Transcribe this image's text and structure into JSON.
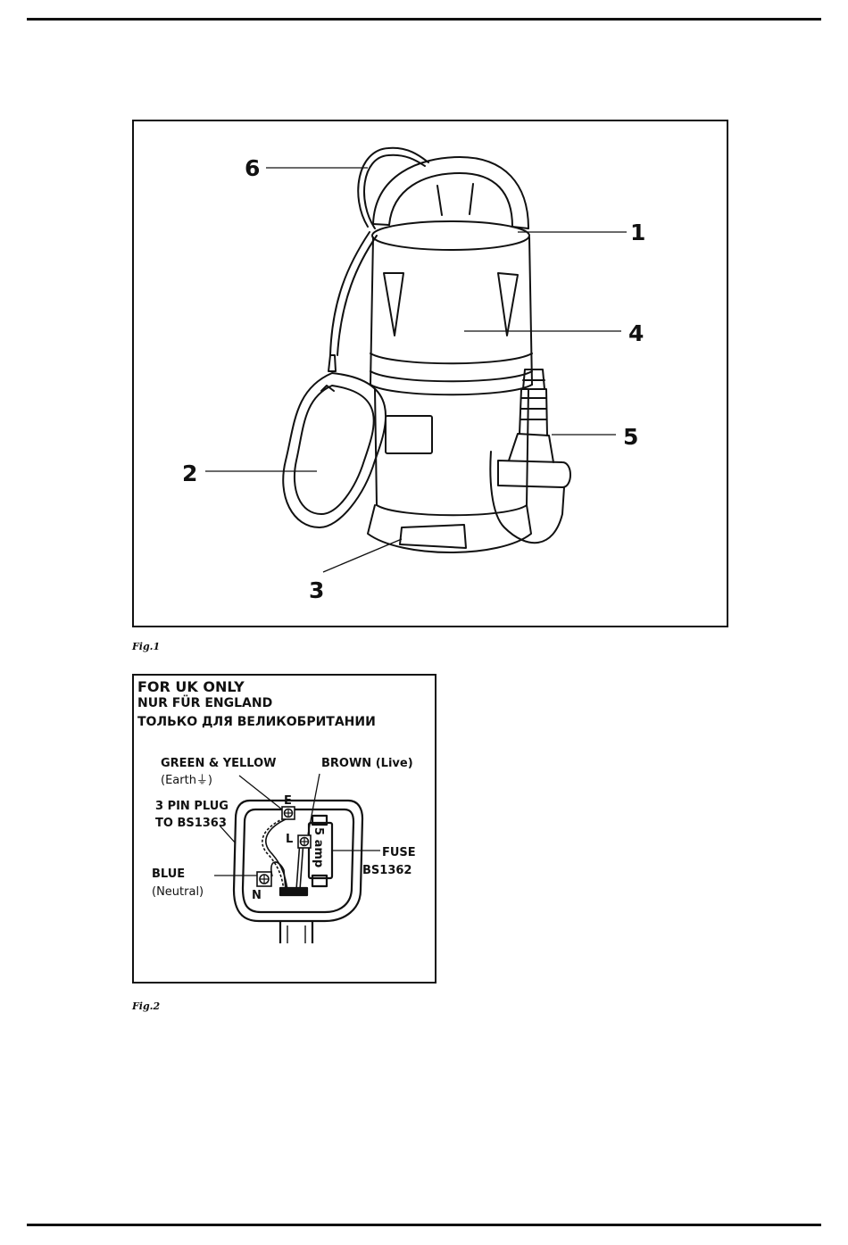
{
  "figure1": {
    "caption": "Fig.1",
    "callouts": [
      "1",
      "2",
      "3",
      "4",
      "5",
      "6"
    ]
  },
  "figure2": {
    "caption": "Fig.2",
    "title_lines": [
      "FOR UK ONLY",
      "NUR FÜR ENGLAND",
      "ТОЛЬКО ДЛЯ ВЕЛИКОБРИТАНИИ"
    ],
    "labels": {
      "green_yellow": "GREEN & YELLOW",
      "earth": "(Earth⏚)",
      "brown": "BROWN (Live)",
      "plug_line1": "3 PIN PLUG",
      "plug_line2": "TO BS1363",
      "fuse_line1": "FUSE",
      "fuse_line2": "BS1362",
      "blue": "BLUE",
      "neutral": "(Neutral)",
      "terminal_e": "E",
      "terminal_l": "L",
      "terminal_n": "N",
      "fuse_rating": "5 amp"
    }
  }
}
